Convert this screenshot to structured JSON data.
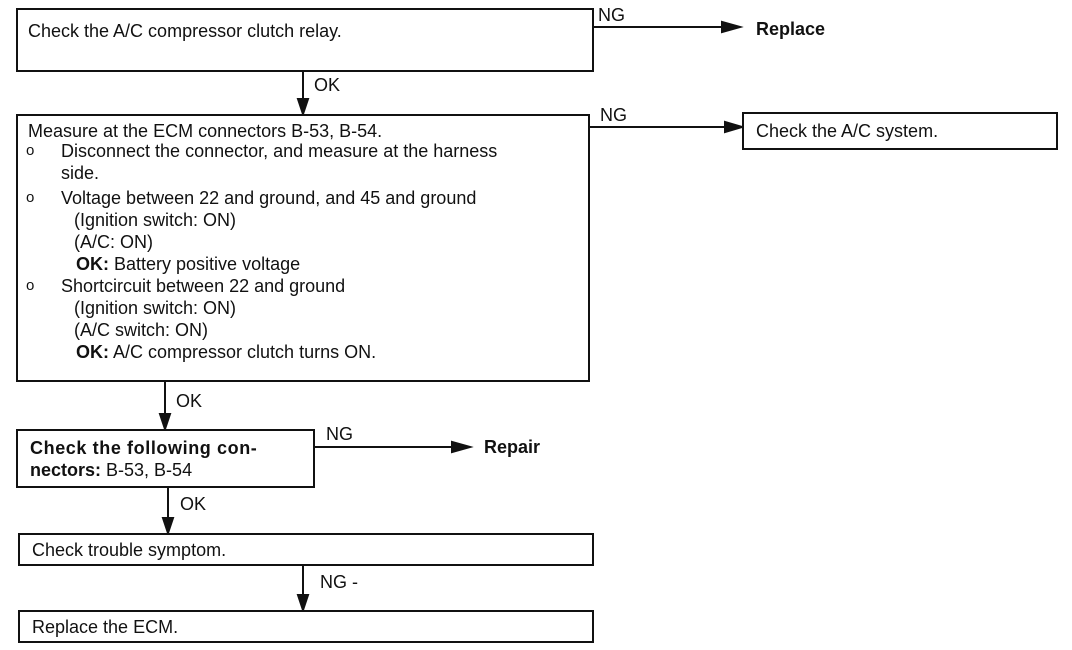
{
  "step1": {
    "text": "Check the A/C compressor clutch relay.",
    "ng_label": "NG",
    "ng_result": "Replace",
    "ok_label": "OK"
  },
  "step2": {
    "heading": "Measure at the ECM connectors B-53, B-54.",
    "bullet_glyph": "o",
    "bullet1_line1": "Disconnect the connector, and measure at the harness",
    "bullet1_line2": "side.",
    "bullet2_line1": "Voltage between 22 and ground, and 45 and ground",
    "bullet2_cond1": "(Ignition switch: ON)",
    "bullet2_cond2": "(A/C: ON)",
    "bullet2_ok_key": "OK:",
    "bullet2_ok_value": "Battery positive voltage",
    "bullet3_line1": "Shortcircuit between 22 and ground",
    "bullet3_cond1": "(Ignition switch: ON)",
    "bullet3_cond2": "(A/C switch: ON)",
    "bullet3_ok_key": "OK:",
    "bullet3_ok_value": "A/C compressor clutch turns ON.",
    "ng_label": "NG",
    "ng_result": "Check the A/C system.",
    "ok_label": "OK"
  },
  "step3": {
    "line1": "Check the following con-",
    "line2_bold": "nectors:",
    "line2_rest": "B-53, B-54",
    "ng_label": "NG",
    "ng_result": "Repair",
    "ok_label": "OK"
  },
  "step4": {
    "text": "Check trouble symptom.",
    "ng_label": "NG -"
  },
  "step5": {
    "text": "Replace the ECM."
  }
}
